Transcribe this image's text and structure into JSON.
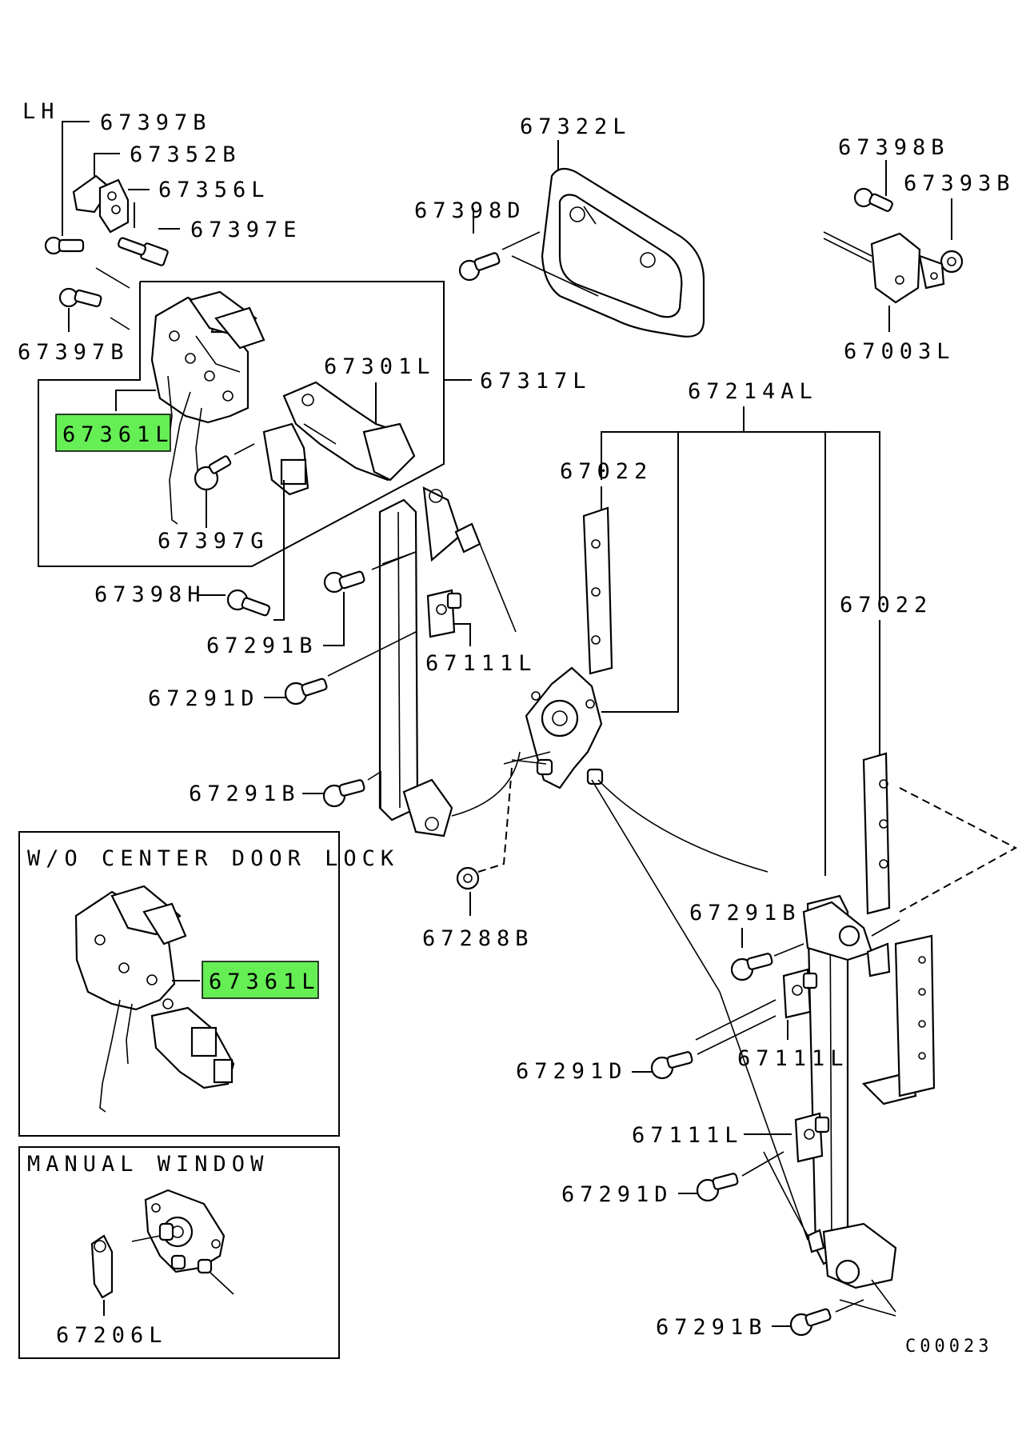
{
  "diagram": {
    "side_label": "LH",
    "diagram_code": "C00023",
    "highlight_color": "#66ee55",
    "part_numbers": {
      "p67397B_top": "67397B",
      "p67352B": "67352B",
      "p67356L": "67356L",
      "p67397E": "67397E",
      "p67397B_left": "67397B",
      "p67361L_main": "67361L",
      "p67301L": "67301L",
      "p67317L": "67317L",
      "p67397G": "67397G",
      "p67322L": "67322L",
      "p67398D": "67398D",
      "p67398B": "67398B",
      "p67393B": "67393B",
      "p67003L": "67003L",
      "p67214AL": "67214AL",
      "p67022_a": "67022",
      "p67022_b": "67022",
      "p67398H": "67398H",
      "p67291B_a": "67291B",
      "p67111L_a": "67111L",
      "p67291D_a": "67291D",
      "p67291B_b": "67291B",
      "p67288B": "67288B",
      "p67291B_c": "67291B",
      "p67291D_b": "67291D",
      "p67111L_b": "67111L",
      "p67111L_c": "67111L",
      "p67291D_c": "67291D",
      "p67291B_d": "67291B",
      "p67361L_inset": "67361L",
      "p67206L": "67206L"
    },
    "insets": {
      "wo_center_door_lock": "W/O CENTER DOOR LOCK",
      "manual_window": "MANUAL WINDOW"
    }
  }
}
